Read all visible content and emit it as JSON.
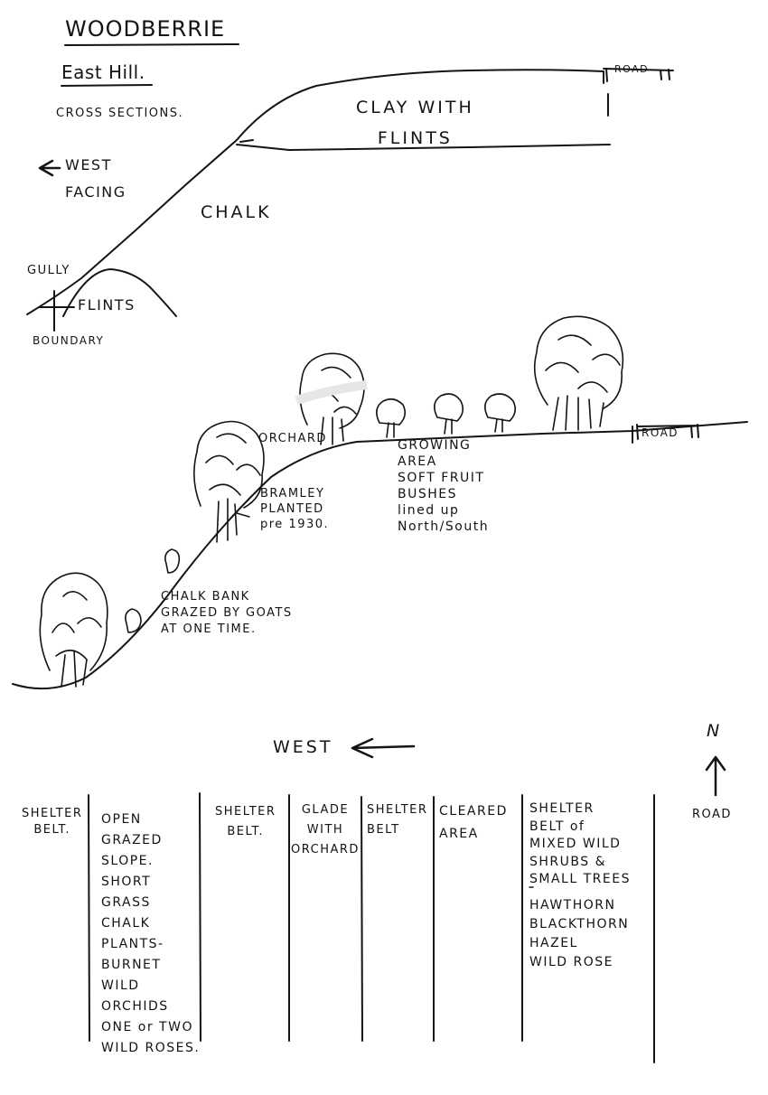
{
  "header": {
    "title": "WOODBERRIE",
    "subtitle": "East Hill.",
    "caption": "CROSS SECTIONS."
  },
  "upper_section": {
    "direction_label": "WEST\nFACING",
    "clay_label": "CLAY WITH\nFLINTS",
    "chalk_label": "CHALK",
    "gully_label": "GULLY",
    "flints_label": "FLINTS",
    "boundary_label": "BOUNDARY",
    "road_label": "ROAD"
  },
  "lower_section": {
    "orchard_label": "ORCHARD",
    "road_label": "ROAD",
    "growing_area_note": "GROWING\nAREA\nSOFT FRUIT\nBUSHES\nlined up\nNorth/South",
    "bramley_note": "BRAMLEY\nPLANTED\npre 1930.",
    "chalk_bank_note": "CHALK BANK\nGRAZED BY GOATS\nAT ONE TIME."
  },
  "direction": {
    "west_label": "WEST",
    "north_label": "N"
  },
  "zones": [
    {
      "label": "SHELTER\nBELT."
    },
    {
      "label": "OPEN\nGRAZED\nSLOPE.\nSHORT\nGRASS\nCHALK\nPLANTS-\nBURNET\nWILD\nORCHIDS\nONE or TWO\nWILD ROSES."
    },
    {
      "label": "SHELTER\nBELT."
    },
    {
      "label": "GLADE\nWITH\nORCHARD"
    },
    {
      "label": "SHELTER\nBELT"
    },
    {
      "label": "CLEARED\nAREA"
    },
    {
      "label": "SHELTER\nBELT of\nMIXED WILD\nSHRUBS &\nSMALL TREES"
    },
    {
      "label": "HAWTHORN\nBLACKTHORN\nHAZEL\nWILD ROSE"
    },
    {
      "label": "ROAD"
    }
  ]
}
